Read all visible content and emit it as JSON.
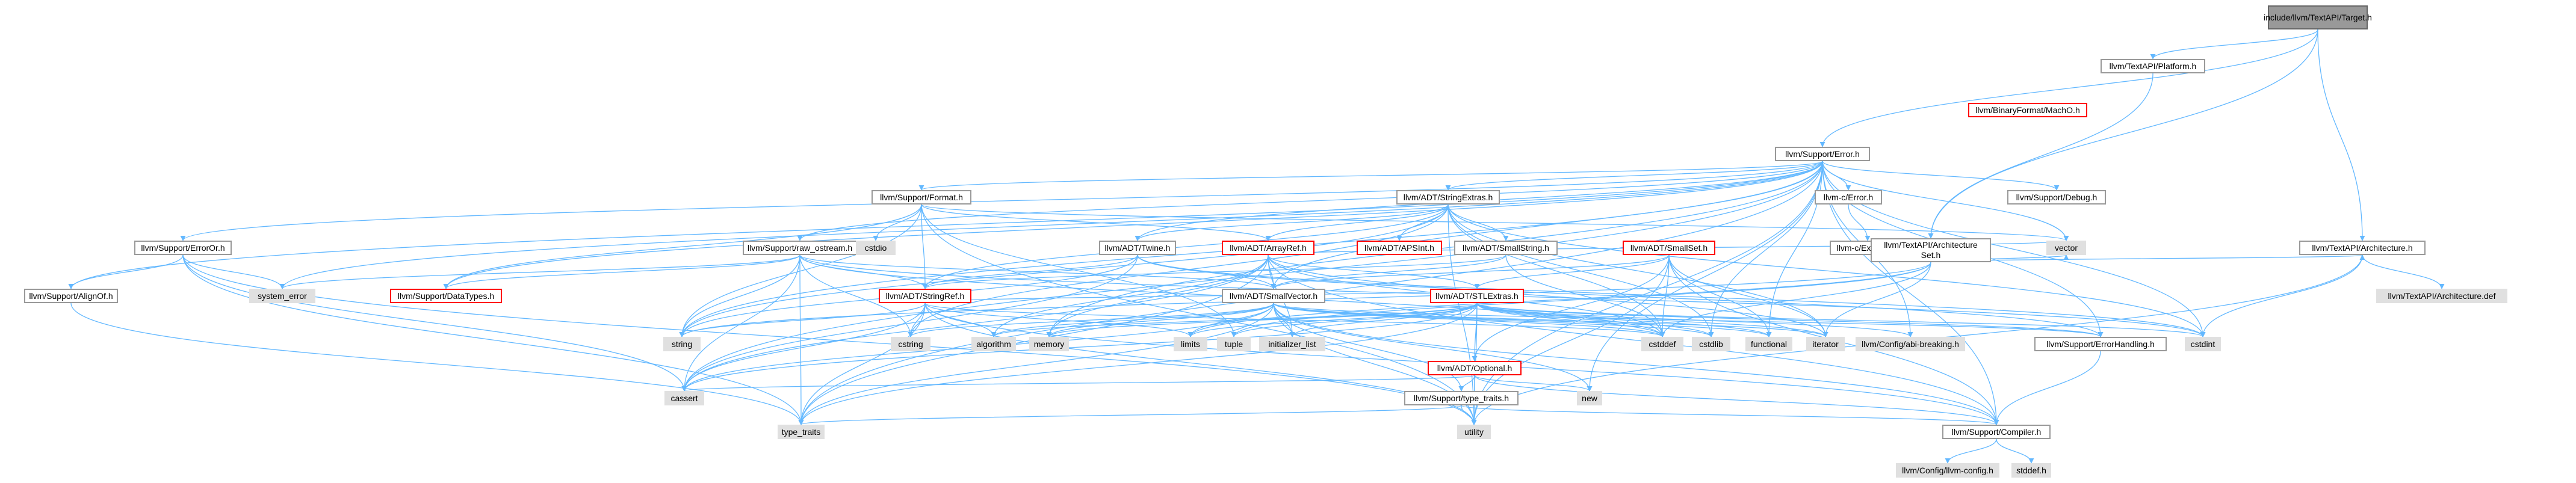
{
  "colors": {
    "edge": "#63b8ff",
    "node_border": "#999999",
    "highlight_border": "#ff0000",
    "system_fill": "#e0e0e0",
    "root_fill": "#999999"
  },
  "nodes": {
    "target_h": "include/llvm/TextAPI/Target.h",
    "platform_h": "llvm/TextAPI/Platform.h",
    "machO_h": "llvm/BinaryFormat/MachO.h",
    "error_h": "llvm/Support/Error.h",
    "format_h": "llvm/Support/Format.h",
    "stringextras_h": "llvm/ADT/StringExtras.h",
    "c_error_h": "llvm-c/Error.h",
    "debug_h": "llvm/Support/Debug.h",
    "erroror_h": "llvm/Support/ErrorOr.h",
    "raw_ostream_h": "llvm/Support/raw_ostream.h",
    "cstdio": "cstdio",
    "twine_h": "llvm/ADT/Twine.h",
    "arrayref_h": "llvm/ADT/ArrayRef.h",
    "apsint_h": "llvm/ADT/APSInt.h",
    "smallstring_h": "llvm/ADT/SmallString.h",
    "smallset_h": "llvm/ADT/SmallSet.h",
    "externc_h": "llvm-c/ExternC.h",
    "architectureset_h": "llvm/TextAPI/Architecture\nSet.h",
    "vector": "vector",
    "architecture_h": "llvm/TextAPI/Architecture.h",
    "alignof_h": "llvm/Support/AlignOf.h",
    "system_error": "system_error",
    "datatypes_h": "llvm/Support/DataTypes.h",
    "stringref_h": "llvm/ADT/StringRef.h",
    "smallvector_h": "llvm/ADT/SmallVector.h",
    "stlextras_h": "llvm/ADT/STLExtras.h",
    "architecture_def": "llvm/TextAPI/Architecture.def",
    "string": "string",
    "cstring": "cstring",
    "algorithm": "algorithm",
    "memory": "memory",
    "limits": "limits",
    "tuple": "tuple",
    "initializer_list": "initializer_list",
    "cstddef": "cstddef",
    "cstdlib": "cstdlib",
    "functional": "functional",
    "iterator": "iterator",
    "abi_breaking_h": "llvm/Config/abi-breaking.h",
    "errorhandling_h": "llvm/Support/ErrorHandling.h",
    "cstdint": "cstdint",
    "optional_h": "llvm/ADT/Optional.h",
    "cassert": "cassert",
    "new": "new",
    "type_traits_h": "llvm/Support/type_traits.h",
    "type_traits": "type_traits",
    "utility": "utility",
    "compiler_h": "llvm/Support/Compiler.h",
    "llvm_config_h": "llvm/Config/llvm-config.h",
    "stddef_h": "stddef.h"
  }
}
